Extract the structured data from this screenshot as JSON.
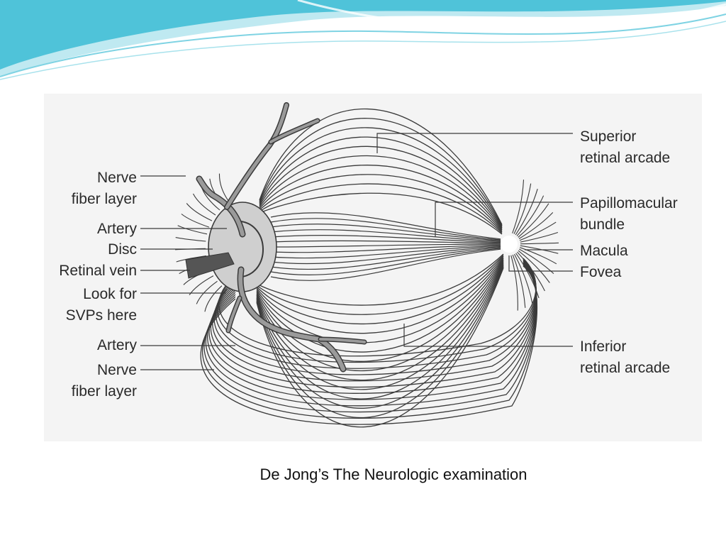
{
  "labels": {
    "left": {
      "nerve_fiber_layer_top": [
        "Nerve",
        "fiber layer"
      ],
      "artery_top": "Artery",
      "disc": "Disc",
      "retinal_vein": "Retinal vein",
      "look_for_svps": [
        "Look for",
        "SVPs here"
      ],
      "artery_bottom": "Artery",
      "nerve_fiber_layer_bottom": [
        "Nerve",
        "fiber layer"
      ]
    },
    "right": {
      "superior_retinal_arcade": [
        "Superior",
        "retinal arcade"
      ],
      "papillomacular_bundle": [
        "Papillomacular",
        "bundle"
      ],
      "macula": "Macula",
      "fovea": "Fovea",
      "inferior_retinal_arcade": [
        "Inferior",
        "retinal arcade"
      ]
    }
  },
  "caption": "De Jong’s The Neurologic examination",
  "colors": {
    "wave_primary": "#4fc3d9",
    "wave_light": "#bfe9f1",
    "figure_background": "#f4f4f4",
    "line": "#3a3a3a",
    "disc_fill": "#c8c8c8",
    "vein_fill": "#555555"
  }
}
